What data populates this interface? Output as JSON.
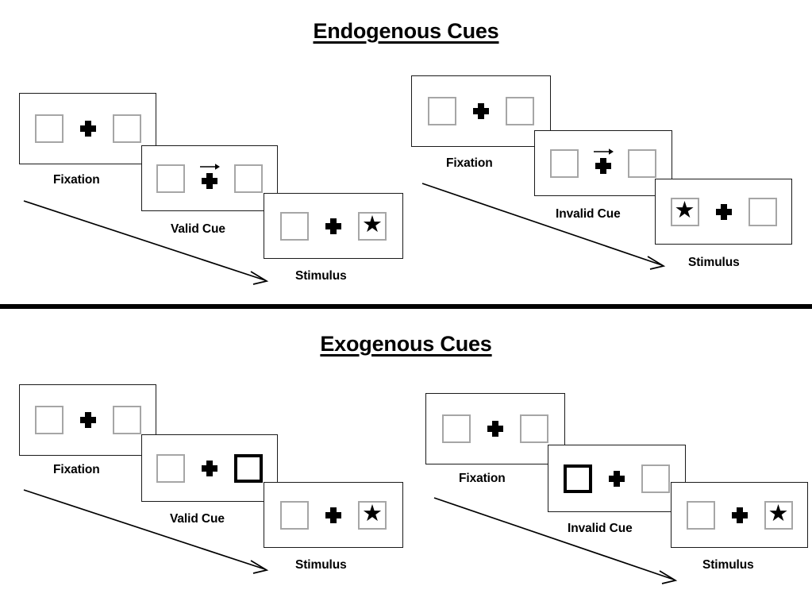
{
  "sections": [
    {
      "id": "endogenous",
      "title": "Endogenous Cues",
      "cue_type": "arrow",
      "columns": [
        {
          "id": "valid",
          "panels": [
            {
              "label": "Fixation",
              "cue": "none",
              "arrow": "none",
              "target": "none"
            },
            {
              "label": "Valid Cue",
              "cue": "arrow",
              "arrow": "right",
              "target": "none"
            },
            {
              "label": "Stimulus",
              "cue": "none",
              "arrow": "none",
              "target": "right"
            }
          ]
        },
        {
          "id": "invalid",
          "panels": [
            {
              "label": "Fixation",
              "cue": "none",
              "arrow": "none",
              "target": "none"
            },
            {
              "label": "Invalid Cue",
              "cue": "arrow",
              "arrow": "right",
              "target": "none"
            },
            {
              "label": "Stimulus",
              "cue": "none",
              "arrow": "none",
              "target": "left"
            }
          ]
        }
      ]
    },
    {
      "id": "exogenous",
      "title": "Exogenous Cues",
      "cue_type": "box-highlight",
      "columns": [
        {
          "id": "valid",
          "panels": [
            {
              "label": "Fixation",
              "cue": "none",
              "highlight": "none",
              "target": "none"
            },
            {
              "label": "Valid Cue",
              "cue": "box",
              "highlight": "right",
              "target": "none"
            },
            {
              "label": "Stimulus",
              "cue": "none",
              "highlight": "none",
              "target": "right"
            }
          ]
        },
        {
          "id": "invalid",
          "panels": [
            {
              "label": "Fixation",
              "cue": "none",
              "highlight": "none",
              "target": "none"
            },
            {
              "label": "Invalid Cue",
              "cue": "box",
              "highlight": "left",
              "target": "none"
            },
            {
              "label": "Stimulus",
              "cue": "none",
              "highlight": "none",
              "target": "right"
            }
          ]
        }
      ]
    }
  ],
  "glyphs": {
    "star": "★",
    "fixation": "fixation-cross-icon",
    "cue_arrow": "arrow-right-icon",
    "time_arrow": "time-progression-arrow-icon"
  },
  "colors": {
    "ink": "#000000",
    "panel_border": "#1a1a1a",
    "box_border": "#a6a6a6",
    "box_border_cued": "#000000",
    "background": "#ffffff",
    "divider": "#000000"
  }
}
